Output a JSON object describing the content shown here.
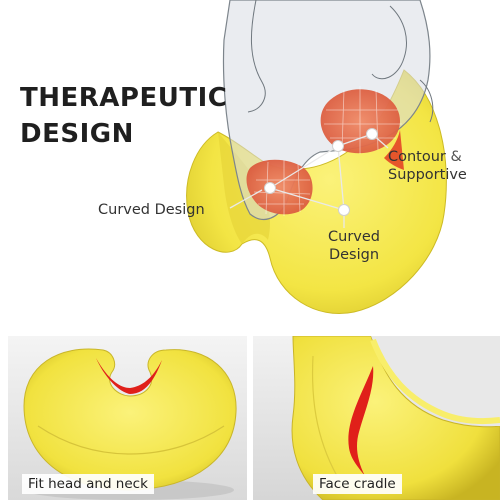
{
  "headline": {
    "line1": "THERAPEUTIC",
    "line2": "DESIGN"
  },
  "callouts": {
    "curved_left": "Curved Design",
    "contour_word": "Contour",
    "contour_amp": "&",
    "supportive": "Supportive",
    "curved_center_1": "Curved",
    "curved_center_2": "Design"
  },
  "panels": {
    "left_caption": "Fit head and neck",
    "right_caption": "Face cradle"
  },
  "colors": {
    "pillow": "#f5e84c",
    "pillow_shadow": "#d9c72a",
    "muscle": "#e2704e",
    "accent_red": "#e0201a",
    "text": "#1f1f1f"
  }
}
